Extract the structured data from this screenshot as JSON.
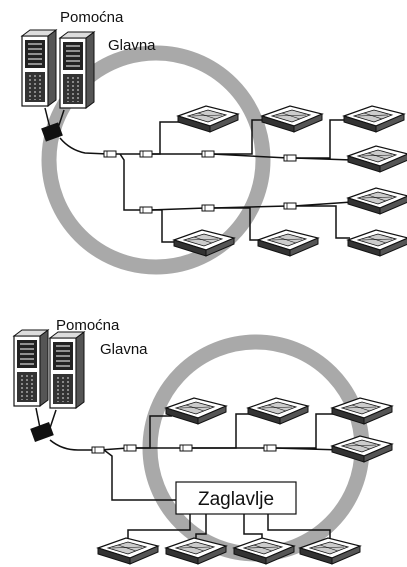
{
  "diagram_top": {
    "label_secondary": "Pomoćna",
    "label_main": "Glavna"
  },
  "diagram_bottom": {
    "label_secondary": "Pomoćna",
    "label_main": "Glavna",
    "header_label": "Zaglavlje"
  },
  "colors": {
    "ring": "#a9a9a9",
    "line": "#111111",
    "unit_fill": "#ffffff"
  }
}
